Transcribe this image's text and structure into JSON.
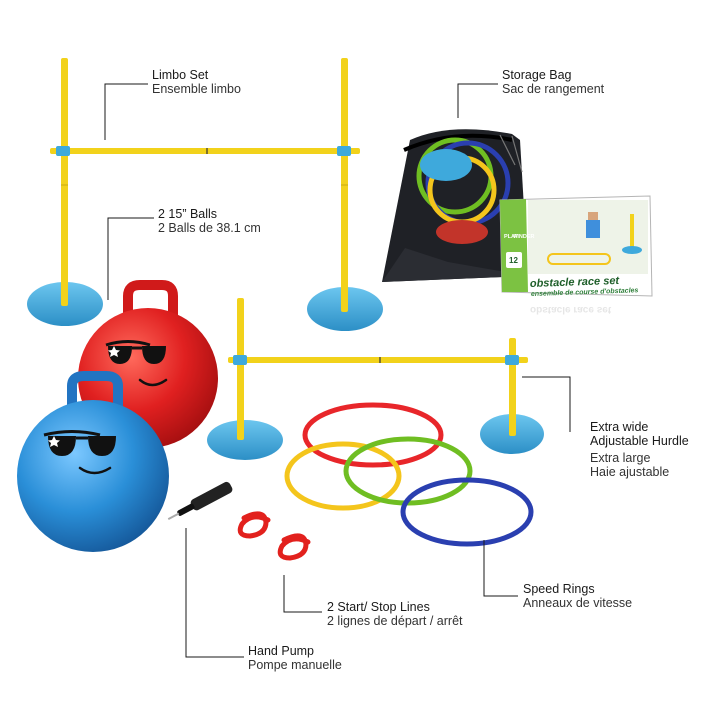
{
  "callouts": {
    "limbo": {
      "en": "Limbo Set",
      "fr": "Ensemble limbo"
    },
    "bag": {
      "en": "Storage Bag",
      "fr": "Sac de rangement"
    },
    "balls": {
      "en": "2 15” Balls",
      "fr": "2 Balls de 38.1 cm"
    },
    "hurdle": {
      "en_1": "Extra wide",
      "en_2": "Adjustable Hurdle",
      "fr_1": "Extra large",
      "fr_2": "Haie ajustable"
    },
    "rings": {
      "en": "Speed Rings",
      "fr": "Anneaux de vitesse"
    },
    "lines": {
      "en": "2 Start/ Stop Lines",
      "fr": "2 lignes de départ / arrêt"
    },
    "pump": {
      "en": "Hand Pump",
      "fr": "Pompe manuelle"
    }
  },
  "package": {
    "brand": "PLAY",
    "brand_sub": "FINDER",
    "title": "obstacle race set",
    "subtitle": "ensemble de course d'obstacles",
    "age": "12"
  },
  "colors": {
    "pole_yellow": "#f2d21b",
    "base_blue": "#3ea9dc",
    "ball_red": "#e02020",
    "ball_blue": "#2a8fd8",
    "ring_red": "#e8262a",
    "ring_yellow": "#f4c51c",
    "ring_green": "#6fbe22",
    "ring_blue": "#2a3fb0",
    "box_green": "#7cc242",
    "leader": "#1a1a1a"
  },
  "icons": [
    "sunglasses-icon",
    "smile-icon",
    "star-icon"
  ]
}
